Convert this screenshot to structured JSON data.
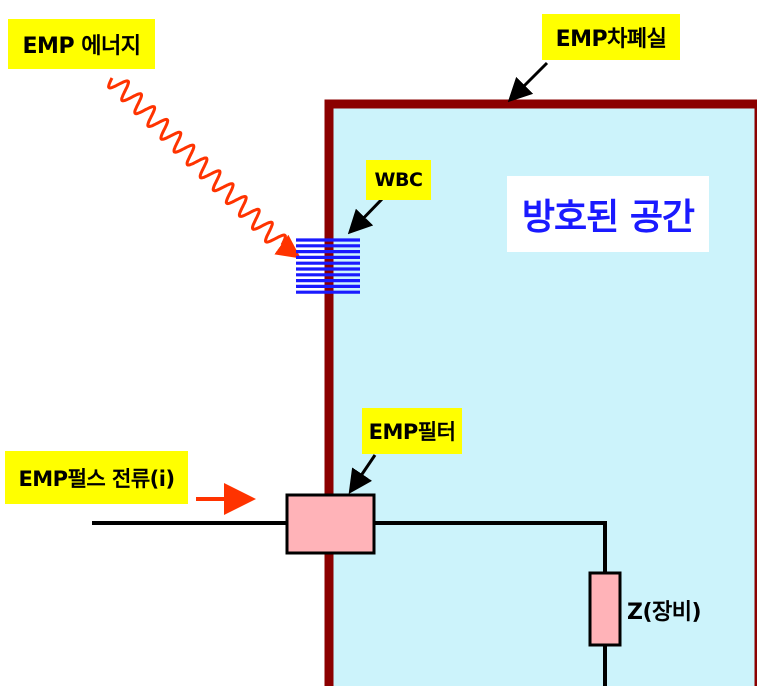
{
  "labels": {
    "emp_energy": "EMP 에너지",
    "emp_shield": "EMP차폐실",
    "wbc": "WBC",
    "protected_space": "방호된 공간",
    "emp_filter": "EMP필터",
    "emp_pulse_current": "EMP펄스 전류(i)",
    "z_equipment": "Z(장비)"
  },
  "colors": {
    "shield_wall": "#8b0000",
    "protected_fill": "#ccf3fb",
    "callout_bg": "#ffff00",
    "title_text": "#1a1aff",
    "wbc_stripes": "#1a1aff",
    "wave": "#ff3300",
    "pulse_arrow": "#ff3300",
    "component_fill": "#ffb3b8",
    "wire": "#000000"
  },
  "icons": {
    "wave": "sine-wave-arrow-icon",
    "wbc": "striped-block-icon",
    "pulse": "right-arrow-icon"
  }
}
